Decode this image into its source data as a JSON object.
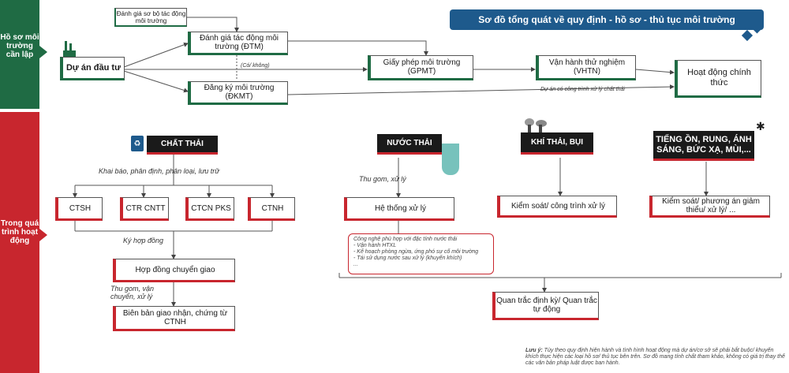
{
  "title": "Sơ đồ tổng quát về quy định - hồ sơ - thủ tục môi trường",
  "side": {
    "top_label": "Hồ sơ môi trường cần lập",
    "bottom_label": "Trong quá trình hoạt động"
  },
  "stage1": {
    "project": "Dự án đầu tư",
    "dgsb": "Đánh giá sơ bộ tác động môi trường",
    "dtm": "Đánh giá tác động môi trường (ĐTM)",
    "dkmt": "Đăng ký môi trường (ĐKMT)",
    "gpmt": "Giấy phép môi trường (GPMT)",
    "vhtn": "Vận hành thử nghiệm (VHTN)",
    "official": "Hoạt động chính thức",
    "co_khong": "(Có/ không)",
    "waste_note": "Dự án có công trình xử lý chất thải"
  },
  "solid": {
    "header": "CHẤT THẢI",
    "declare": "Khai báo, phân định, phân loại, lưu trữ",
    "items": [
      "CTSH",
      "CTR CNTT",
      "CTCN PKS",
      "CTNH"
    ],
    "contract_label": "Ký hợp đồng",
    "contract": "Hợp đồng chuyển giao",
    "collect": "Thu gom, vận chuyển, xử lý",
    "handover": "Biên bản giao nhận, chứng từ CTNH"
  },
  "water": {
    "header": "NƯỚC THẢI",
    "collect": "Thu gom, xử lý",
    "system": "Hệ thống xử lý",
    "details": [
      "Công nghệ phù hợp với đặc tính nước thải",
      "- Vận hành HTXL",
      "- Kế hoạch phòng ngừa, ứng phó sự cố môi trường",
      "- Tái sử dụng nước sau xử lý (khuyến khích)",
      "..."
    ]
  },
  "air": {
    "header": "KHÍ THẢI, BỤI",
    "control": "Kiểm soát/ công trình xử lý"
  },
  "noise": {
    "header": "TIẾNG ỒN, RUNG, ÁNH SÁNG, BỨC XẠ, MÙI,...",
    "control": "Kiểm soát/ phương án giảm thiểu/ xử lý/ ..."
  },
  "monitor": "Quan trắc định kỳ/ Quan trắc tự động",
  "note": {
    "label": "Lưu ý:",
    "text": "Tùy theo quy định hiện hành và tình hình hoạt động mà dự án/cơ sở sẽ phải bắt buộc/ khuyến khích thực hiện các loại hồ sơ/ thủ tục bên trên. Sơ đồ mang tính chất tham khảo, không có giá trị thay thế các văn bản pháp luật được ban hành."
  },
  "colors": {
    "green": "#1f6b44",
    "red": "#c8262e",
    "blue": "#1e5a8c"
  }
}
